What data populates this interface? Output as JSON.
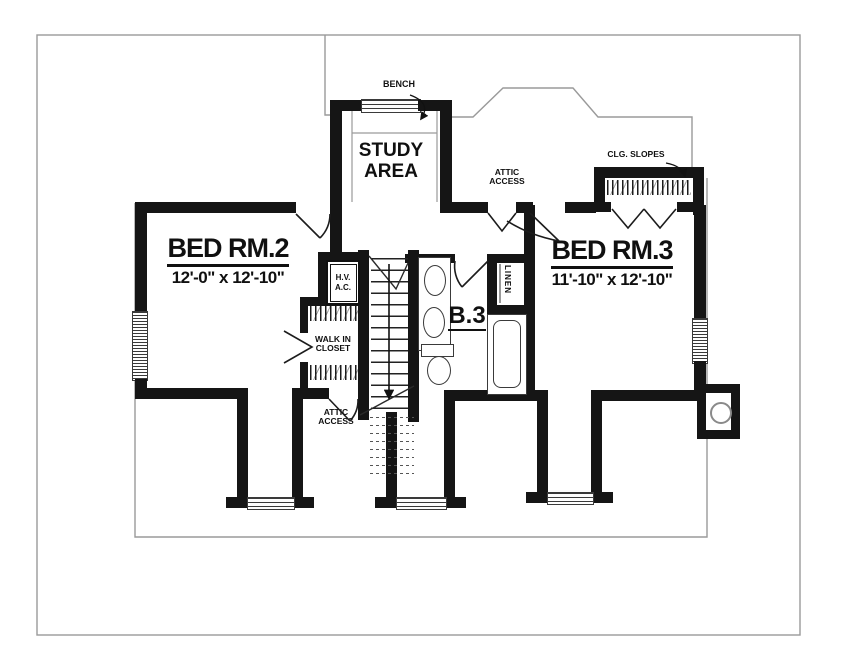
{
  "colors": {
    "wall": "#151515",
    "line": "#9a9a9a",
    "detail": "#3a3a3a",
    "bg": "#ffffff",
    "text": "#101010"
  },
  "rooms": {
    "bed2": {
      "name": "BED RM.2",
      "dims": "12'-0\" x 12'-10\""
    },
    "bed3": {
      "name": "BED RM.3",
      "dims": "11'-10\" x 12'-10\""
    },
    "study": {
      "line1": "STUDY",
      "line2": "AREA"
    },
    "bath": {
      "name": "B.3"
    },
    "linen": {
      "name": "LINEN"
    },
    "walkin_closet": {
      "line1": "WALK IN",
      "line2": "CLOSET"
    },
    "hvac": {
      "line1": "H.V.",
      "line2": "A.C."
    }
  },
  "labels": {
    "bench": "BENCH",
    "clg_slopes": "CLG. SLOPES",
    "attic_access_upper_line1": "ATTIC",
    "attic_access_upper_line2": "ACCESS",
    "attic_access_lower_line1": "ATTIC",
    "attic_access_lower_line2": "ACCESS"
  }
}
